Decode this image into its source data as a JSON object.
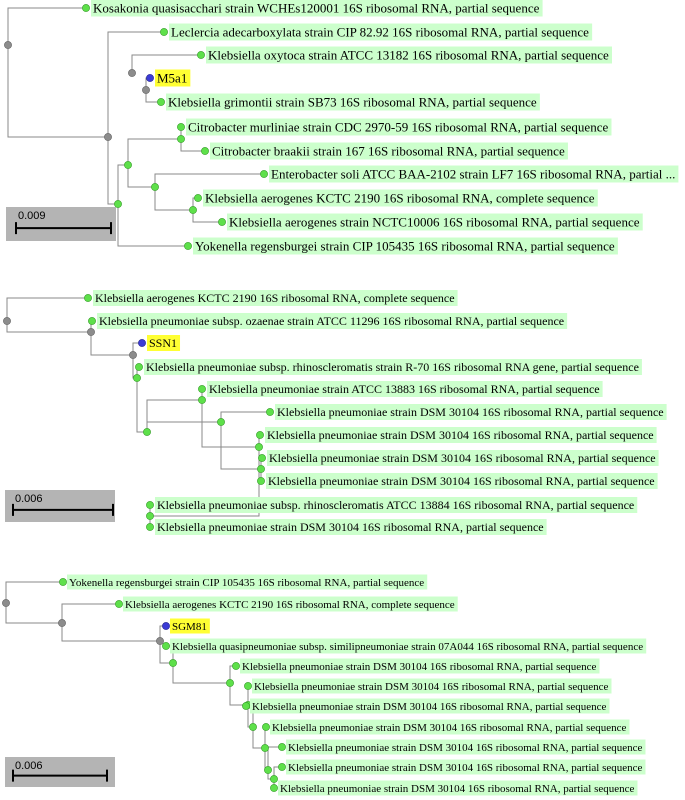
{
  "colors": {
    "leaf_node": "#5ee04a",
    "internal_node": "#8c8c8c",
    "query_node": "#3b3bd6",
    "leaf_label_bg": "#ccffcc",
    "query_label_bg": "#ffff33",
    "branch": "#8a8a8a",
    "scale_box": "#b4b4b4"
  },
  "trees": [
    {
      "scale": "0.009",
      "query": "M5a1",
      "leaves": [
        "Kosakonia quasisacchari strain WCHEs120001 16S ribosomal RNA, partial sequence",
        "Leclercia adecarboxylata strain CIP 82.92 16S ribosomal RNA, partial sequence",
        "Klebsiella oxytoca strain ATCC 13182 16S ribosomal RNA, partial sequence",
        "M5a1",
        "Klebsiella grimontii strain SB73 16S ribosomal RNA, partial sequence",
        "Citrobacter murliniae strain CDC 2970-59 16S ribosomal RNA, partial sequence",
        "Citrobacter braakii strain 167 16S ribosomal RNA, partial sequence",
        "Enterobacter soli ATCC BAA-2102 strain LF7 16S ribosomal RNA, partial ...",
        "Klebsiella aerogenes KCTC 2190 16S ribosomal RNA, complete sequence",
        "Klebsiella aerogenes strain NCTC10006 16S ribosomal RNA, partial sequence",
        "Yokenella regensburgei strain CIP 105435 16S ribosomal RNA, partial sequence"
      ]
    },
    {
      "scale": "0.006",
      "query": "SSN1",
      "leaves": [
        "Klebsiella aerogenes KCTC 2190 16S ribosomal RNA, complete sequence",
        "Klebsiella pneumoniae subsp. ozaenae strain ATCC 11296 16S ribosomal RNA, partial sequence",
        "SSN1",
        "Klebsiella pneumoniae subsp. rhinoscleromatis strain R-70 16S ribosomal RNA gene, partial sequence",
        "Klebsiella pneumoniae strain ATCC 13883 16S ribosomal RNA, partial sequence",
        "Klebsiella pneumoniae strain DSM 30104 16S ribosomal RNA, partial sequence",
        "Klebsiella pneumoniae strain DSM 30104 16S ribosomal RNA, partial sequence",
        "Klebsiella pneumoniae strain DSM 30104 16S ribosomal RNA, partial sequence",
        "Klebsiella pneumoniae strain DSM 30104 16S ribosomal RNA, partial sequence",
        "Klebsiella pneumoniae subsp. rhinoscleromatis ATCC 13884 16S ribosomal RNA, partial sequence",
        "Klebsiella pneumoniae strain DSM 30104 16S ribosomal RNA, partial sequence"
      ]
    },
    {
      "scale": "0.006",
      "query": "SGM81",
      "leaves": [
        "Yokenella regensburgei strain CIP 105435 16S ribosomal RNA, partial sequence",
        "Klebsiella aerogenes KCTC 2190 16S ribosomal RNA, complete sequence",
        "SGM81",
        "Klebsiella quasipneumoniae subsp. similipneumoniae strain 07A044 16S ribosomal RNA, partial sequence",
        "Klebsiella pneumoniae strain DSM 30104 16S ribosomal RNA, partial sequence",
        "Klebsiella pneumoniae strain DSM 30104 16S ribosomal RNA, partial sequence",
        "Klebsiella pneumoniae strain DSM 30104 16S ribosomal RNA, partial sequence",
        "Klebsiella pneumoniae strain DSM 30104 16S ribosomal RNA, partial sequence",
        "Klebsiella pneumoniae strain DSM 30104 16S ribosomal RNA, partial sequence",
        "Klebsiella pneumoniae strain DSM 30104 16S ribosomal RNA, partial sequence",
        "Klebsiella pneumoniae strain DSM 30104 16S ribosomal RNA, partial sequence"
      ]
    }
  ]
}
